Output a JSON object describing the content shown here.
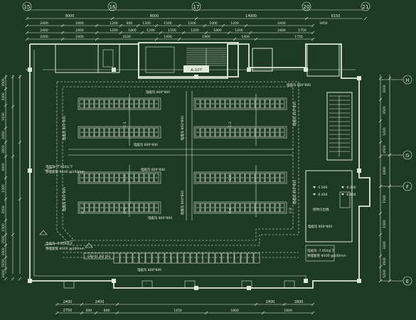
{
  "drawing": {
    "axes_top": [
      "15",
      "16",
      "17",
      "20",
      "21"
    ],
    "axes_right": [
      "H",
      "G",
      "F",
      "E"
    ],
    "top_dims": {
      "row1": [
        "9000",
        "9000",
        "14900",
        "6150"
      ],
      "row2": [
        "2400",
        "2400",
        "1200",
        "800",
        "1200",
        "1500",
        "1200",
        "1000",
        "1200",
        "2400",
        "3450"
      ],
      "row3": [
        "2400",
        "2400",
        "1200",
        "1800",
        "1200",
        "1500",
        "1200",
        "1800",
        "1200",
        "2400",
        "1750"
      ],
      "row4": [
        "2400",
        "2400",
        "3100",
        "1400",
        "1900",
        "1400",
        "1750"
      ]
    },
    "bottom_dims": {
      "row1": [
        "2400",
        "2400",
        "2400",
        "1800"
      ],
      "row2": [
        "2750",
        "800",
        "800",
        "1450",
        "1800",
        "1800"
      ]
    },
    "left_dims": [
      "3500",
      "3300",
      "5150",
      "2450",
      "2820",
      "4900",
      "1500",
      "3500",
      "1500"
    ],
    "right_dims": [
      "3200",
      "3500",
      "5200",
      "4500",
      "1800",
      "1500",
      "1500"
    ],
    "room_label": "A-107",
    "trench_labels": {
      "top": "电缆沟 800*800",
      "row1": "电缆沟 800*800",
      "row2": "电缆沟 800*800",
      "row3": "电缆沟 800*800",
      "row4": "电缆沟 800*800",
      "bottom": "电缆沟 800*800",
      "left_vert": "电缆沟 800*800",
      "left_vert2": "电缆沟 800*800",
      "mid_vert1": "电缆沟 800*800",
      "mid_vert2": "电缆沟 800*800",
      "right_vert": "电缆沟 800*800",
      "right_side": "电缆沟 800*800",
      "right_box": "电缆沟 800*800"
    },
    "cabinet_tags": [
      "C-1",
      "C-2",
      "C-3",
      "C-4",
      "C-5",
      "C-6",
      "C-7",
      "C-8"
    ],
    "level_marks": [
      "-5.500",
      "-6.200",
      "-6.400",
      "-6.800"
    ],
    "notes": {
      "left1": "电缆沟 -7.950以下",
      "left1b": "预埋套管 Φ100 @100mm",
      "left2": "电缆沟 -5.950以下",
      "left2b": "预埋套管 Φ100 @200mm",
      "right1": "电缆沟 -7.950以下",
      "right1b": "预埋套管 Φ100 @100mm",
      "bottom_panels": "GBJ-01 J02 J03",
      "right_mid": "接地引出线"
    }
  }
}
